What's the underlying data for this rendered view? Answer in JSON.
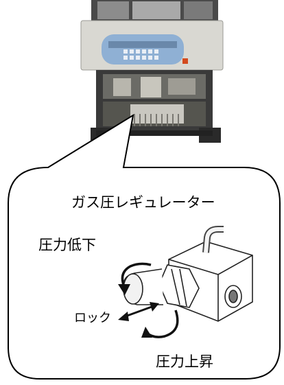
{
  "figure": {
    "title": "ガス圧レギュレーター",
    "labels": {
      "pressure_down": "圧力低下",
      "lock": "ロック",
      "pressure_up": "圧力上昇"
    },
    "colors": {
      "machine_body": "#d9d8d2",
      "panel_blue": "#8fb0d4",
      "metal_dark": "#2f2f2f",
      "callout_stroke": "#000000",
      "regulator_line": "#222222"
    }
  }
}
